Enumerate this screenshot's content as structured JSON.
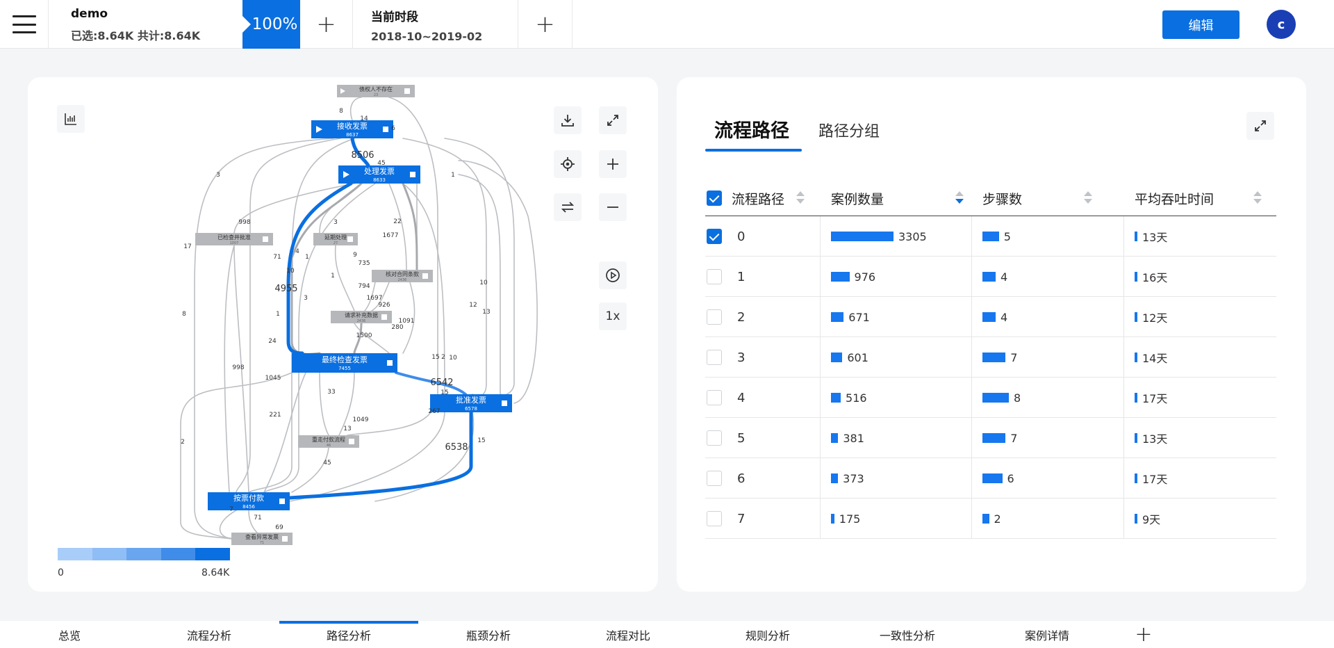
{
  "topbar": {
    "dataset_name": "demo",
    "dataset_stats": "已选:8.64K 共计:8.64K",
    "percent": "100%",
    "period_label": "当前时段",
    "period_range": "2018-10~2019-02",
    "edit_label": "编辑",
    "avatar_letter": "c"
  },
  "graph": {
    "speed_label": "1x",
    "legend_min": "0",
    "legend_max": "8.64K",
    "legend_colors": [
      "#a9cdf9",
      "#8fbdf6",
      "#6aa6f0",
      "#3f8ce9",
      "#0a6fe0"
    ],
    "nodes": [
      {
        "name": "债权人不存在",
        "count": "23",
        "active": false
      },
      {
        "name": "接收发票",
        "count": "8637",
        "active": true
      },
      {
        "name": "处理发票",
        "count": "8633",
        "active": true
      },
      {
        "name": "已检查并批准",
        "count": "1007",
        "active": false
      },
      {
        "name": "延期处理",
        "count": "27",
        "active": false
      },
      {
        "name": "核对合同条款",
        "count": "2436",
        "active": false
      },
      {
        "name": "请求补充数据",
        "count": "2436",
        "active": false
      },
      {
        "name": "最终检查发票",
        "count": "7455",
        "active": true
      },
      {
        "name": "批准发票",
        "count": "6578",
        "active": true
      },
      {
        "name": "重走付款流程",
        "count": "46",
        "active": false
      },
      {
        "name": "按票付款",
        "count": "8456",
        "active": true
      },
      {
        "name": "查看异常发票",
        "count": "71",
        "active": false
      }
    ],
    "edge_labels": [
      "8",
      "14",
      "6",
      "8506",
      "45",
      "3",
      "1",
      "998",
      "3",
      "17",
      "4",
      "71",
      "1",
      "9",
      "735",
      "10",
      "1677",
      "22",
      "4955",
      "794",
      "1697",
      "926",
      "3",
      "1",
      "1091",
      "280",
      "1500",
      "8",
      "1",
      "24",
      "998",
      "1045",
      "6542",
      "15",
      "10",
      "15",
      "33",
      "2",
      "1049",
      "221",
      "13",
      "267",
      "2",
      "45",
      "6538",
      "15",
      "71",
      "69",
      "7",
      "10",
      "12",
      "13"
    ]
  },
  "right": {
    "tabs": [
      {
        "label": "流程路径"
      },
      {
        "label": "路径分组"
      }
    ],
    "columns": [
      {
        "label": "流程路径"
      },
      {
        "label": "案例数量"
      },
      {
        "label": "步骤数"
      },
      {
        "label": "平均吞吐时间"
      }
    ],
    "rows": [
      {
        "idx": "0",
        "cases": "3305",
        "cases_frac": 1.0,
        "steps": "5",
        "steps_frac": 0.625,
        "time": "13天",
        "checked": true
      },
      {
        "idx": "1",
        "cases": "976",
        "cases_frac": 0.295,
        "steps": "4",
        "steps_frac": 0.5,
        "time": "16天",
        "checked": false
      },
      {
        "idx": "2",
        "cases": "671",
        "cases_frac": 0.203,
        "steps": "4",
        "steps_frac": 0.5,
        "time": "12天",
        "checked": false
      },
      {
        "idx": "3",
        "cases": "601",
        "cases_frac": 0.182,
        "steps": "7",
        "steps_frac": 0.875,
        "time": "14天",
        "checked": false
      },
      {
        "idx": "4",
        "cases": "516",
        "cases_frac": 0.156,
        "steps": "8",
        "steps_frac": 1.0,
        "time": "17天",
        "checked": false
      },
      {
        "idx": "5",
        "cases": "381",
        "cases_frac": 0.115,
        "steps": "7",
        "steps_frac": 0.875,
        "time": "13天",
        "checked": false
      },
      {
        "idx": "6",
        "cases": "373",
        "cases_frac": 0.113,
        "steps": "6",
        "steps_frac": 0.75,
        "time": "17天",
        "checked": false
      },
      {
        "idx": "7",
        "cases": "175",
        "cases_frac": 0.053,
        "steps": "2",
        "steps_frac": 0.25,
        "time": "9天",
        "checked": false
      }
    ]
  },
  "bottom_nav": [
    {
      "label": "总览"
    },
    {
      "label": "流程分析"
    },
    {
      "label": "路径分析"
    },
    {
      "label": "瓶颈分析"
    },
    {
      "label": "流程对比"
    },
    {
      "label": "规则分析"
    },
    {
      "label": "一致性分析"
    },
    {
      "label": "案例详情"
    }
  ],
  "bottom_nav_plus": "+",
  "icons": {
    "menu": "menu-icon",
    "download": "download-icon",
    "expand": "expand-icon",
    "locate": "locate-icon",
    "zoom_in": "plus-icon",
    "swap": "swap-icon",
    "zoom_out": "minus-icon",
    "play": "play-circle-icon",
    "chart": "bar-chart-icon"
  }
}
